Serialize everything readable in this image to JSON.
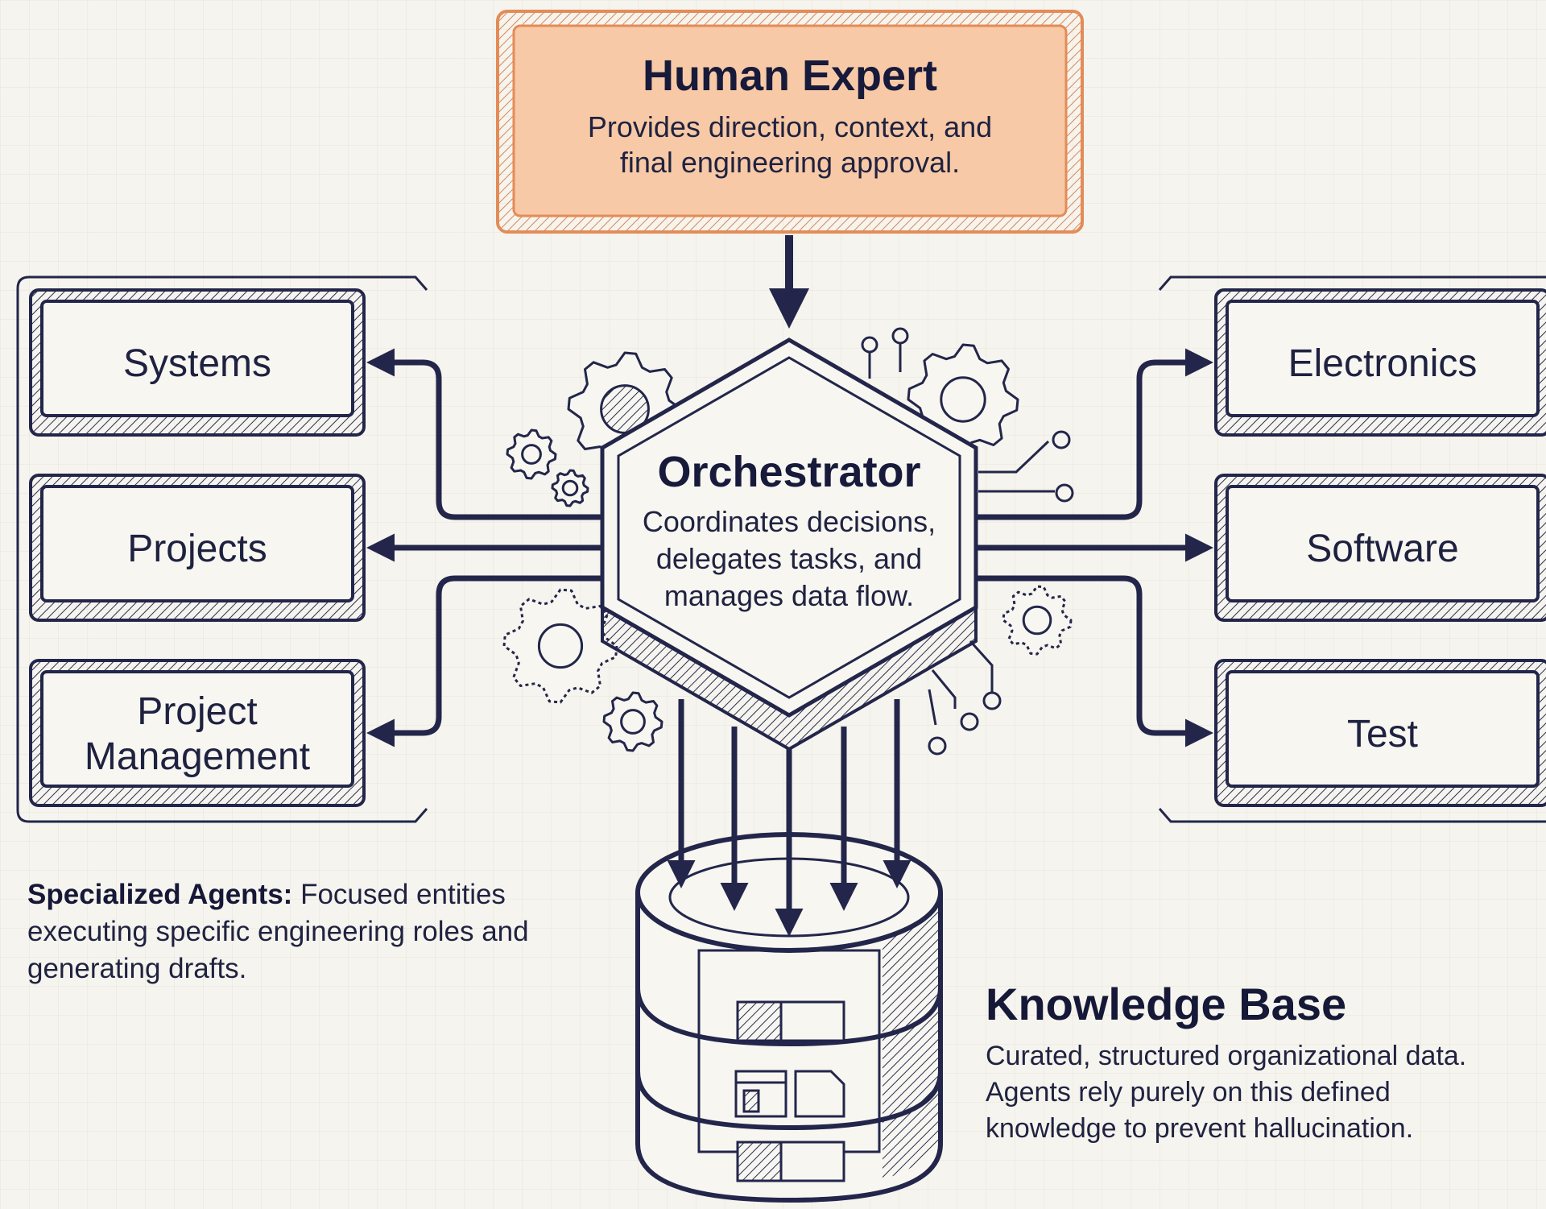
{
  "human_expert": {
    "title": "Human Expert",
    "desc_lines": [
      "Provides direction, context, and",
      "final engineering approval."
    ]
  },
  "orchestrator": {
    "title": "Orchestrator",
    "desc_lines": [
      "Coordinates decisions,",
      "delegates tasks, and",
      "manages data flow."
    ]
  },
  "left_agents": [
    {
      "lines": [
        "Systems"
      ]
    },
    {
      "lines": [
        "Projects"
      ]
    },
    {
      "lines": [
        "Project",
        "Management"
      ]
    }
  ],
  "right_agents": [
    {
      "lines": [
        "Electronics"
      ]
    },
    {
      "lines": [
        "Software"
      ]
    },
    {
      "lines": [
        "Test"
      ]
    }
  ],
  "agents_note": {
    "bold": "Specialized Agents:",
    "rest": " Focused entities executing specific engineering roles and generating drafts."
  },
  "knowledge_base": {
    "title": "Knowledge Base",
    "desc_lines": [
      "Curated, structured organizational data.",
      "Agents rely purely on this defined",
      "knowledge to prevent hallucination."
    ]
  },
  "colors": {
    "background": "#f6f4ee",
    "grid": "#e4e1d8",
    "ink": "#23264a",
    "human_fill": "#f8c9a6",
    "human_border": "#e38c58"
  },
  "icons": [
    "gear-icon",
    "circuit-node-icon",
    "document-icon",
    "database-icon"
  ]
}
